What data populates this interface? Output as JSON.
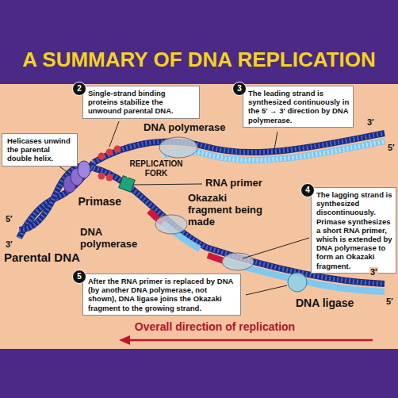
{
  "diagram": {
    "title": "A SUMMARY OF DNA REPLICATION",
    "nodes": [
      {
        "text": [
          "Helicases unwind the parental double helix."
        ]
      },
      {
        "text": [
          "2",
          "Single-strand binding proteins stabilize the unwound parental DNA."
        ]
      },
      {
        "text": [
          "3",
          "The leading strand is synthesized continuously in the 5′ → 3′ direction by DNA polymerase."
        ]
      },
      {
        "text": [
          "4",
          "The lagging strand is synthesized discontinuously. Primase synthesizes a short RNA primer, which is extended by DNA polymerase to form an Okazaki fragment."
        ]
      },
      {
        "text": [
          "5",
          "After the RNA primer is replaced by DNA (by another DNA polymerase, not shown), DNA ligase joins the Okazaki fragment to the growing strand."
        ]
      }
    ],
    "labels": [
      "DNA polymerase",
      "REPLICATION FORK",
      "RNA primer",
      "Primase",
      "Okazaki fragment being made",
      "DNA polymerase",
      "Parental DNA",
      "DNA ligase",
      "Overall direction of replication",
      "3′",
      "5′",
      "3′",
      "5′",
      "5′",
      "3′"
    ]
  }
}
